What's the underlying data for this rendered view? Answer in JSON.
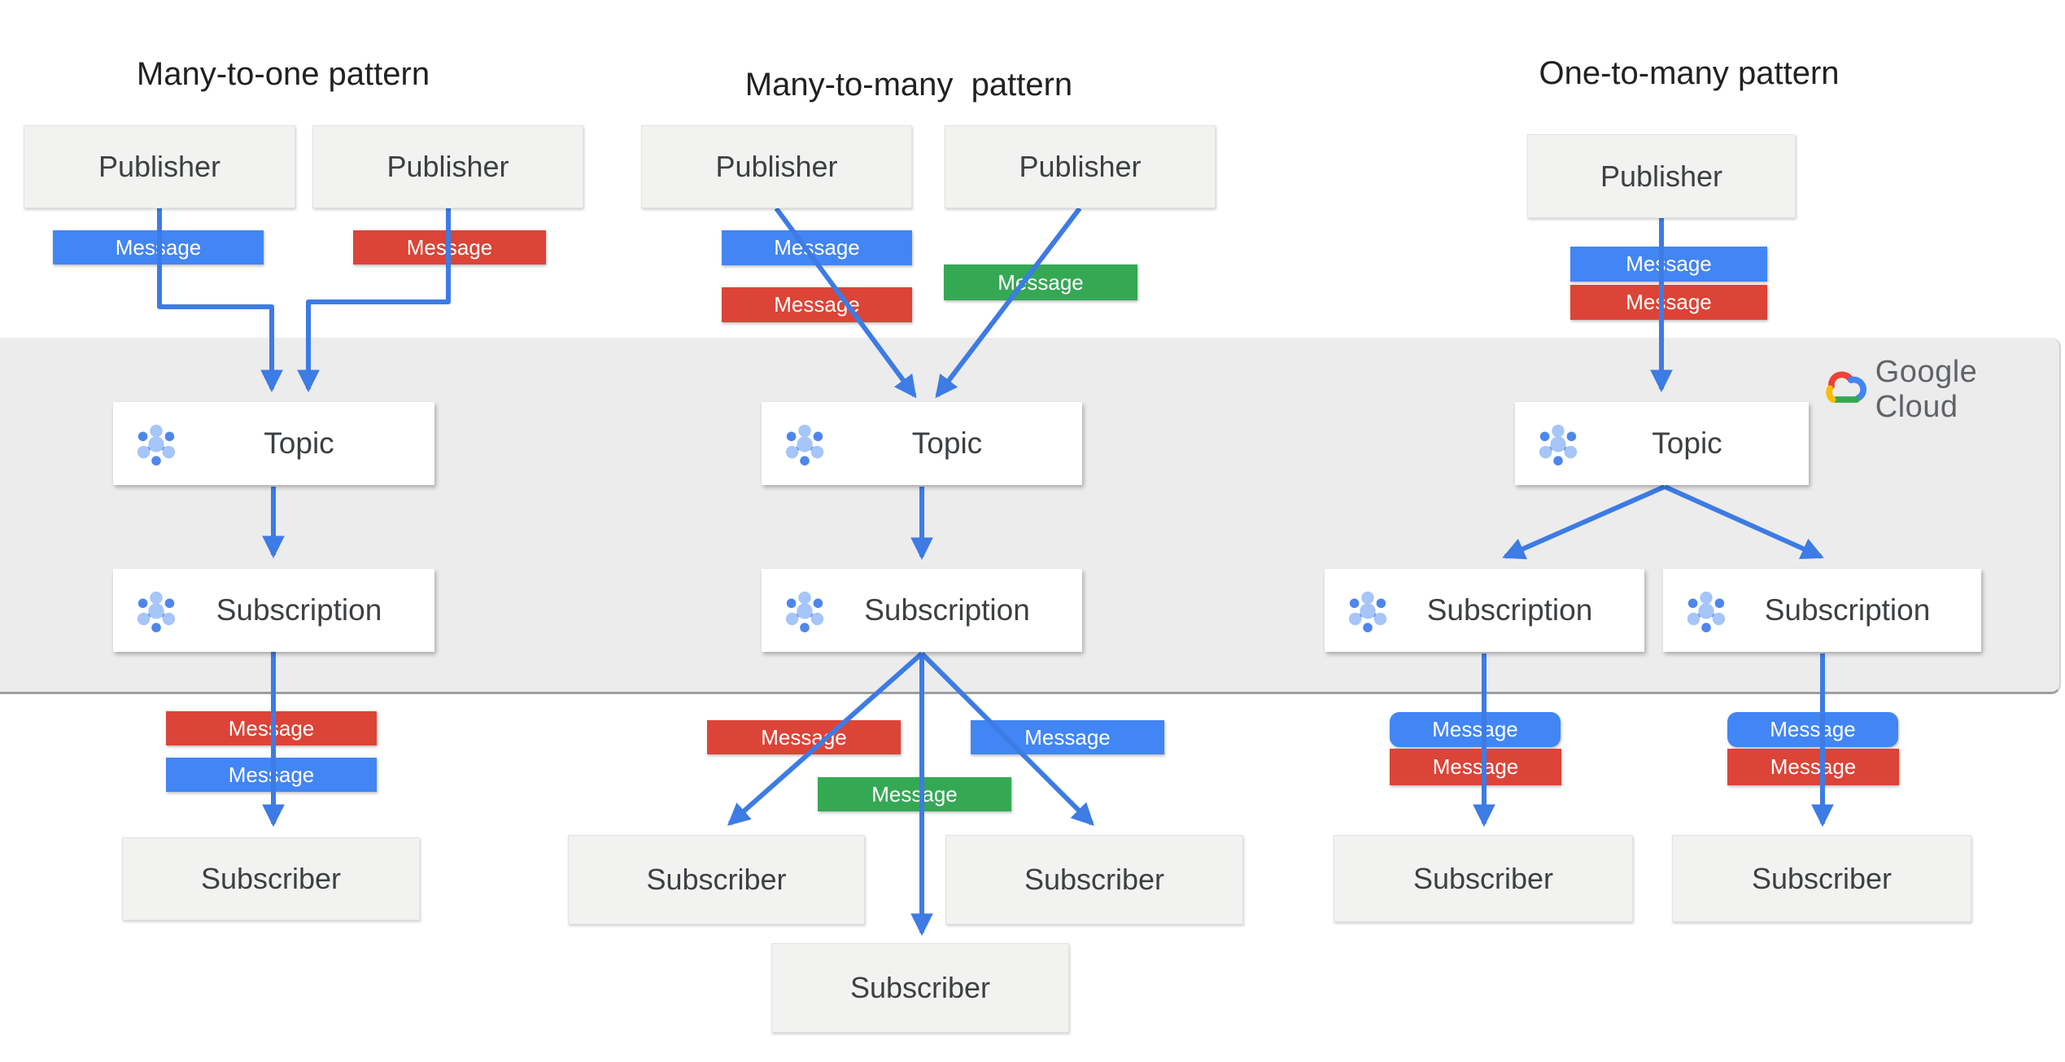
{
  "band": {
    "color": "#ececec",
    "bottom_border_color": "#9e9e9e"
  },
  "colors": {
    "message_blue": "#4285F4",
    "message_red": "#DB4437",
    "message_green": "#35A854",
    "connector_blue": "#3D7BE5",
    "node_gray": "#f2f2f1",
    "node_white": "#ffffff",
    "icon_light_blue": "#A6C5F8",
    "icon_dark_blue": "#4E86EC"
  },
  "logo": {
    "label": "Google Cloud",
    "icon": "google-cloud-logo",
    "text_color": "#5f6368",
    "cloud_colors": {
      "red": "#EA4335",
      "blue": "#4285F4",
      "green": "#34A853",
      "yellow": "#FBBC04"
    }
  },
  "patterns": [
    {
      "title": "Many-to-one pattern",
      "publishers": [
        {
          "label": "Publisher"
        },
        {
          "label": "Publisher"
        }
      ],
      "messages_top": [
        {
          "label": "Message",
          "color": "blue"
        },
        {
          "label": "Message",
          "color": "red"
        }
      ],
      "topic": {
        "label": "Topic",
        "icon": "pubsub-icon"
      },
      "subscriptions": [
        {
          "label": "Subscription",
          "icon": "pubsub-icon"
        }
      ],
      "messages_bottom": [
        {
          "label": "Message",
          "color": "red"
        },
        {
          "label": "Message",
          "color": "blue"
        }
      ],
      "subscribers": [
        {
          "label": "Subscriber"
        }
      ]
    },
    {
      "title": "Many-to-many  pattern",
      "publishers": [
        {
          "label": "Publisher"
        },
        {
          "label": "Publisher"
        }
      ],
      "messages_top": [
        {
          "label": "Message",
          "color": "blue"
        },
        {
          "label": "Message",
          "color": "red"
        },
        {
          "label": "Message",
          "color": "green"
        }
      ],
      "topic": {
        "label": "Topic",
        "icon": "pubsub-icon"
      },
      "subscriptions": [
        {
          "label": "Subscription",
          "icon": "pubsub-icon"
        }
      ],
      "messages_bottom": [
        {
          "label": "Message",
          "color": "red"
        },
        {
          "label": "Message",
          "color": "blue"
        },
        {
          "label": "Message",
          "color": "green"
        }
      ],
      "subscribers": [
        {
          "label": "Subscriber"
        },
        {
          "label": "Subscriber"
        },
        {
          "label": "Subscriber"
        }
      ]
    },
    {
      "title": "One-to-many pattern",
      "publishers": [
        {
          "label": "Publisher"
        }
      ],
      "messages_top": [
        {
          "label": "Message",
          "color": "blue"
        },
        {
          "label": "Message",
          "color": "red"
        }
      ],
      "topic": {
        "label": "Topic",
        "icon": "pubsub-icon"
      },
      "subscriptions": [
        {
          "label": "Subscription",
          "icon": "pubsub-icon"
        },
        {
          "label": "Subscription",
          "icon": "pubsub-icon"
        }
      ],
      "messages_bottom": [
        {
          "label": "Message",
          "color": "blue"
        },
        {
          "label": "Message",
          "color": "red"
        },
        {
          "label": "Message",
          "color": "blue"
        },
        {
          "label": "Message",
          "color": "red"
        }
      ],
      "subscribers": [
        {
          "label": "Subscriber"
        },
        {
          "label": "Subscriber"
        }
      ]
    }
  ]
}
